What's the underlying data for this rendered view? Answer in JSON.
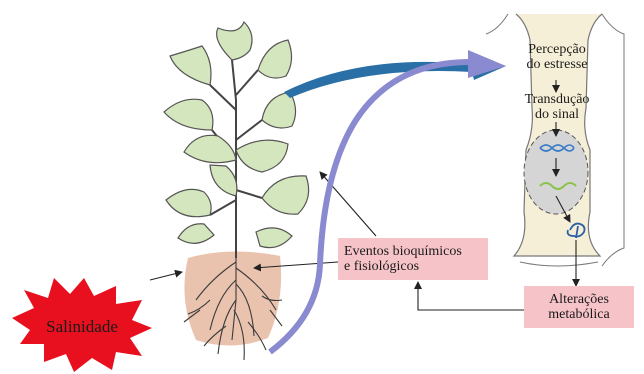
{
  "labels": {
    "percepcao_l1": "Percepção",
    "percepcao_l2": "do estresse",
    "transducao_l1": "Transdução",
    "transducao_l2": "do sinal",
    "eventos_l1": "Eventos  bioquímicos",
    "eventos_l2": "e fisiológicos",
    "alteracoes_l1": "Alterações",
    "alteracoes_l2": "metabólica",
    "salinidade": "Salinidade"
  },
  "colors": {
    "leaf": "#d4e6bd",
    "leaf_stroke": "#555555",
    "soil": "#e5b8a0",
    "cell_wall": "#f6efd8",
    "nucleus": "#d5d5d5",
    "pink_box": "#f6c3c8",
    "starburst": "#e8101e",
    "teal_arrow": "#2a6fa6",
    "lavender_arrow": "#8a8ad0",
    "dna": "#3a7bc8",
    "mrna": "#8bc34a"
  },
  "icons": [
    "plant",
    "roots",
    "soil-patch",
    "cell",
    "nucleus",
    "dna-icon",
    "mrna-icon",
    "protein-icon",
    "salinity-starburst"
  ]
}
